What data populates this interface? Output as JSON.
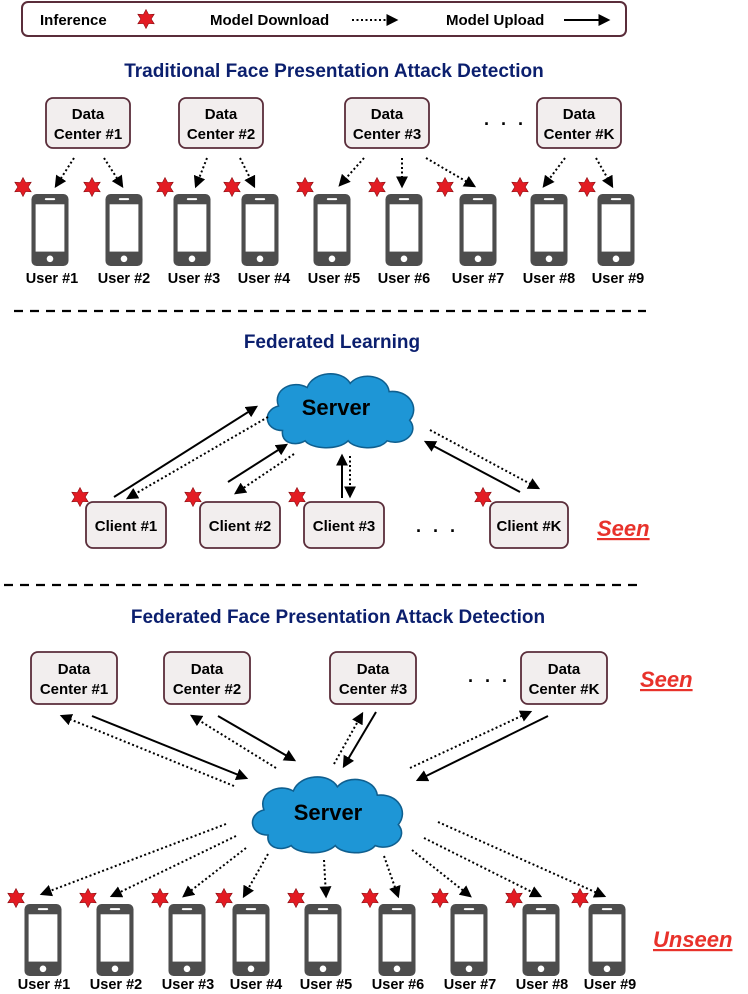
{
  "legend": {
    "inference": "Inference",
    "download": "Model Download",
    "upload": "Model Upload"
  },
  "traditional": {
    "title": "Traditional Face Presentation Attack Detection",
    "centers": [
      {
        "line1": "Data",
        "line2": "Center #1"
      },
      {
        "line1": "Data",
        "line2": "Center #2"
      },
      {
        "line1": "Data",
        "line2": "Center #3"
      },
      {
        "line1": "Data",
        "line2": "Center #K"
      }
    ],
    "ellipsis": "· · ·",
    "users": [
      "User #1",
      "User #2",
      "User #3",
      "User #4",
      "User #5",
      "User #6",
      "User #7",
      "User #8",
      "User #9"
    ]
  },
  "federated_learning": {
    "title": "Federated Learning",
    "server": "Server",
    "clients": [
      "Client #1",
      "Client #2",
      "Client #3",
      "Client #K"
    ],
    "ellipsis": "· · ·",
    "tag": "Seen"
  },
  "federated_fpad": {
    "title": "Federated Face Presentation Attack Detection",
    "centers": [
      {
        "line1": "Data",
        "line2": "Center #1"
      },
      {
        "line1": "Data",
        "line2": "Center #2"
      },
      {
        "line1": "Data",
        "line2": "Center #3"
      },
      {
        "line1": "Data",
        "line2": "Center #K"
      }
    ],
    "ellipsis": "· · ·",
    "tag_seen": "Seen",
    "server": "Server",
    "users": [
      "User #1",
      "User #2",
      "User #3",
      "User #4",
      "User #5",
      "User #6",
      "User #7",
      "User #8",
      "User #9"
    ],
    "tag_unseen": "Unseen"
  },
  "colors": {
    "title": "#0b1f6e",
    "cloud": "#1e96d6",
    "star": "#e31b23",
    "tag": "#e8322b",
    "phone": "#4d4d4d",
    "box_fill": "#f2eeee",
    "box_border": "#5a2d3a"
  }
}
